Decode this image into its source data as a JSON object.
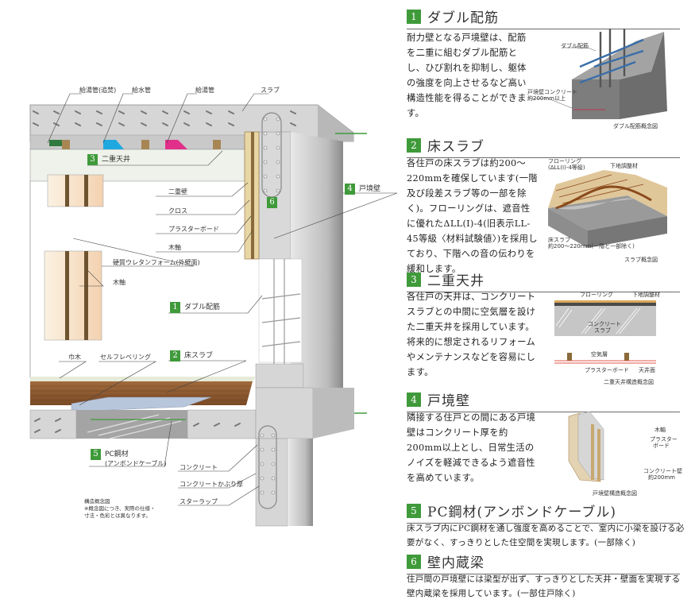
{
  "sections": [
    {
      "num": "1",
      "title": "ダブル配筋",
      "body": "耐力壁となる戸境壁は、配筋を二重に組むダブル配筋とし、ひび割れを抑制し、躯体の強度を向上させるなど高い構造性能を得ることができます。",
      "fig_labels": {
        "rebar": "ダブル配筋",
        "thickness": "戸境壁コンクリート",
        "thickness2": "約200mm以上"
      },
      "caption": "ダブル配筋概念図"
    },
    {
      "num": "2",
      "title": "床スラブ",
      "body": "各住戸の床スラブは約200～220mmを確保しています(一階及び段差スラブ等の一部を除く)。フローリングは、遮音性に優れたΔLL(I)-4(旧表示LL-45等級〈材料試験値〉)を採用しており、下階への音の伝わりを緩和します。",
      "fig_labels": {
        "flooring": "フローリング",
        "flooring2": "(ΔLL(I)-4等級)",
        "underlay": "下地調整材",
        "slab": "床スラブ",
        "slab2": "約200～220mm(一階と一部除く)"
      },
      "caption": "スラブ概念図"
    },
    {
      "num": "3",
      "title": "二重天井",
      "body": "各住戸の天井は、コンクリートスラブとの中間に空気層を設けた二重天井を採用しています。将来的に想定されるリフォームやメンテナンスなどを容易にします。",
      "fig_labels": {
        "flooring": "フローリング",
        "underlay": "下地調整材",
        "concrete": "コンクリート",
        "concrete2": "スラブ",
        "air": "空気層",
        "board": "プラスターボード",
        "ceiling": "天井面"
      },
      "caption": "二重天井構造概念図"
    },
    {
      "num": "4",
      "title": "戸境壁",
      "body": "隣接する住戸との間にある戸境壁はコンクリート厚を約200mm以上とし、日常生活のノイズを軽減できるよう遮音性を高めています。",
      "fig_labels": {
        "wood": "木軸",
        "board": "プラスター",
        "board2": "ボード",
        "concrete": "コンクリート壁",
        "concrete2": "約200mm"
      },
      "caption": "戸境壁構造概念図"
    },
    {
      "num": "5",
      "title": "PC鋼材(アンボンドケーブル)",
      "body": "床スラブ内にPC鋼材を通し強度を高めることで、室内に小梁を設ける必要がなく、すっきりとした住空間を実現します。(一部除く)"
    },
    {
      "num": "6",
      "title": "壁内蔵梁",
      "body": "住戸間の戸境壁には梁型が出ず、すっきりとした天井・壁面を実現する壁内蔵梁を採用しています。(一部住戸除く)"
    }
  ],
  "diagram": {
    "labels": {
      "hot_reheat": "給湯管(追焚)",
      "water": "給水管",
      "hot": "給湯管",
      "slab": "スラブ",
      "double_ceiling_num": "3",
      "double_ceiling": "二重天井",
      "double_wall": "二重壁",
      "cloth": "クロス",
      "plasterboard": "プラスターボード",
      "wood_frame": "木軸",
      "urethane": "硬質ウレタンフォーム(外壁面)",
      "wood_frame2": "木軸",
      "party_wall_num": "4",
      "party_wall": "戸境壁",
      "beam_num": "6",
      "rebar_num": "1",
      "rebar": "ダブル配筋",
      "baseboard": "巾木",
      "self_level": "セルフレベリング",
      "floor_slab_num": "2",
      "floor_slab": "床スラブ",
      "pc_num": "5",
      "pc": "PC鋼材",
      "pc2": "(アンボンドケーブル)",
      "concrete": "コンクリート",
      "cover": "コンクリートかぶり厚",
      "stirrup": "スターラップ"
    },
    "note": [
      "構造概念図",
      "※概念図につき、実際の仕様・",
      "寸法・色彩とは異なります。"
    ]
  },
  "colors": {
    "badge": "#3f9a3a",
    "concrete": "#d4d4d4",
    "floor": "#8a5a32",
    "pipe_green": "#2f7a3e",
    "pipe_blue": "#1fa8e0",
    "pipe_pink": "#e0308a"
  }
}
